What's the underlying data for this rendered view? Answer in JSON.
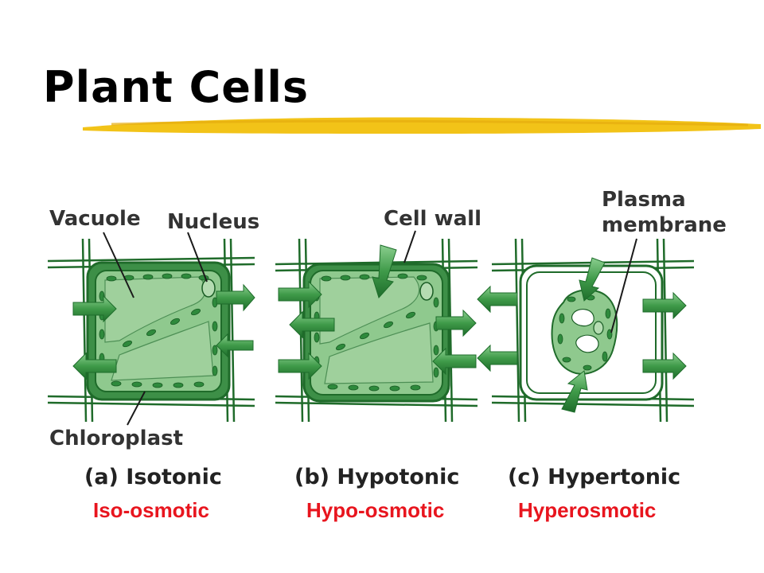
{
  "slide": {
    "title": "Plant Cells"
  },
  "labels": {
    "vacuole": "Vacuole",
    "nucleus": "Nucleus",
    "cell_wall": "Cell wall",
    "plasma_membrane_1": "Plasma",
    "plasma_membrane_2": "membrane",
    "chloroplast": "Chloroplast"
  },
  "panels": [
    {
      "caption": "(a) Isotonic",
      "osmotic": "Iso-osmotic"
    },
    {
      "caption": "(b) Hypotonic",
      "osmotic": "Hypo-osmotic"
    },
    {
      "caption": "(c) Hypertonic",
      "osmotic": "Hyperosmotic"
    }
  ],
  "colors": {
    "title_underline": "#f2c318",
    "wall": "#1f6b2a",
    "cytoplasm": "#8fc98e",
    "chloroplast": "#2e8a3c",
    "arrow": "#45a050",
    "osmotic_text": "#e8151e"
  }
}
